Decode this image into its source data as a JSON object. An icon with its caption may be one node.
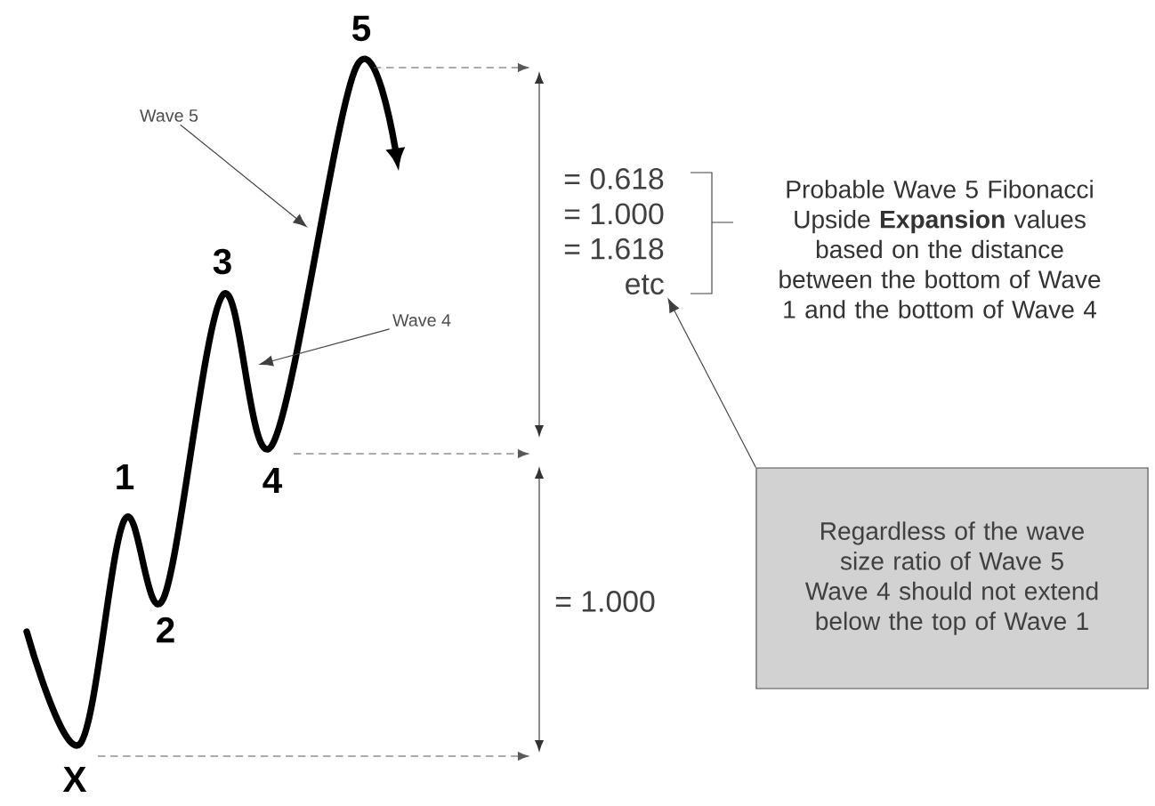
{
  "diagram": {
    "nodes": [
      {
        "text": [
          "Wave 5"
        ]
      },
      {
        "text": [
          "Wave 4"
        ]
      },
      {
        "text": [
          "= 0.618",
          "= 1.000",
          "= 1.618",
          "etc"
        ]
      },
      {
        "text": [
          "Regardless of the wave size ratio of Wave 5 Wave 4 should not extend below the top of Wave 1"
        ]
      }
    ],
    "edges": [
      {
        "from": 0,
        "to": null,
        "arrow": "to"
      },
      {
        "from": 1,
        "to": null,
        "arrow": "to"
      },
      {
        "from": 3,
        "to": 2,
        "arrow": "to"
      }
    ],
    "labels": [
      "5",
      "3",
      "4",
      "1",
      "2",
      "X",
      "Probable Wave 5 Fibonacci Upside **Expansion** values based on the distance between the bottom of Wave 1 and the bottom of Wave 4",
      "= 1.000"
    ]
  }
}
